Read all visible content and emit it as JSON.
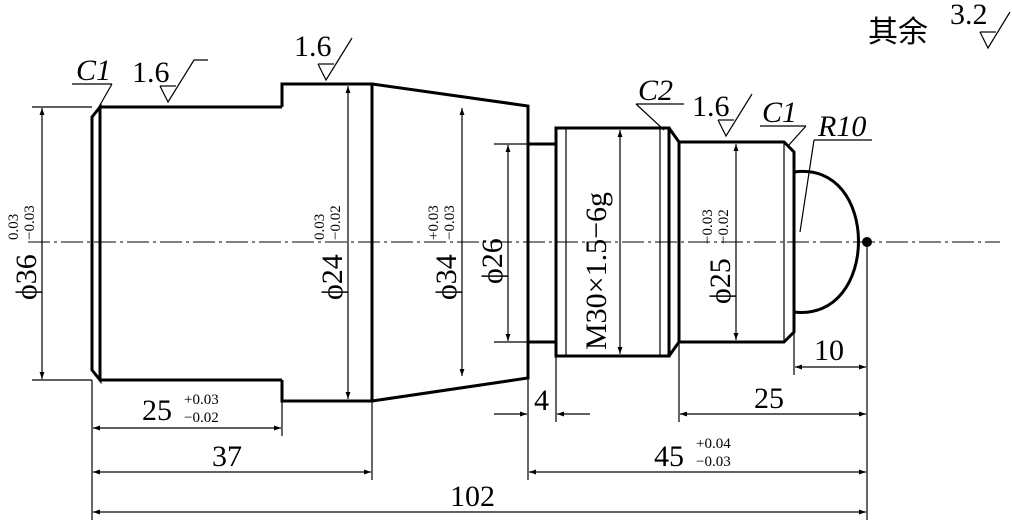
{
  "roughness": {
    "general": "3.2",
    "general_prefix": "其余",
    "left_surface": "1.6",
    "flange": "1.6",
    "right_journal": "1.6"
  },
  "chamfers": {
    "left": "C1",
    "thread": "C2",
    "right": "C1"
  },
  "radius": "R10",
  "diameters": {
    "d36": {
      "base": "ϕ36",
      "upper": "0.03",
      "lower": "−0.03"
    },
    "d24": {
      "base": "ϕ24",
      "upper": "0.03",
      "lower": "−0.02"
    },
    "d34": {
      "base": "ϕ34",
      "upper": "+0.03",
      "lower": "−0.03"
    },
    "d26": {
      "base": "ϕ26"
    },
    "thread": {
      "base": "M30×1.5−6g"
    },
    "d25": {
      "base": "ϕ25",
      "upper": "−0.03",
      "lower": "−0.02"
    }
  },
  "lengths": {
    "l25": {
      "base": "25",
      "upper": "+0.03",
      "lower": "−0.02"
    },
    "l37": "37",
    "l102": "102",
    "l4": "4",
    "l45": {
      "base": "45",
      "upper": "+0.04",
      "lower": "−0.03"
    },
    "l25b": "25",
    "l10": "10"
  }
}
